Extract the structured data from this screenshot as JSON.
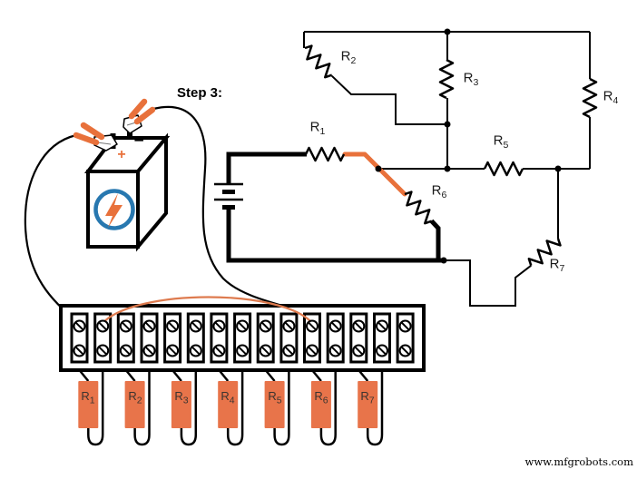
{
  "step_label": "Step 3:",
  "watermark": "www.mfgrobots.com",
  "battery": {
    "positive_sign": "+",
    "negative_sign": "−"
  },
  "resistors": [
    {
      "base": "R",
      "sub": "1"
    },
    {
      "base": "R",
      "sub": "2"
    },
    {
      "base": "R",
      "sub": "3"
    },
    {
      "base": "R",
      "sub": "4"
    },
    {
      "base": "R",
      "sub": "5"
    },
    {
      "base": "R",
      "sub": "6"
    },
    {
      "base": "R",
      "sub": "7"
    }
  ],
  "colors": {
    "wire_highlight_orange": "#E8713B",
    "jumper_orange": "#DE7B4F",
    "resistor_body_orange": "#E8744A",
    "badge_blue": "#2878B0",
    "label_dark": "#3B3430",
    "line_black": "#000000"
  }
}
